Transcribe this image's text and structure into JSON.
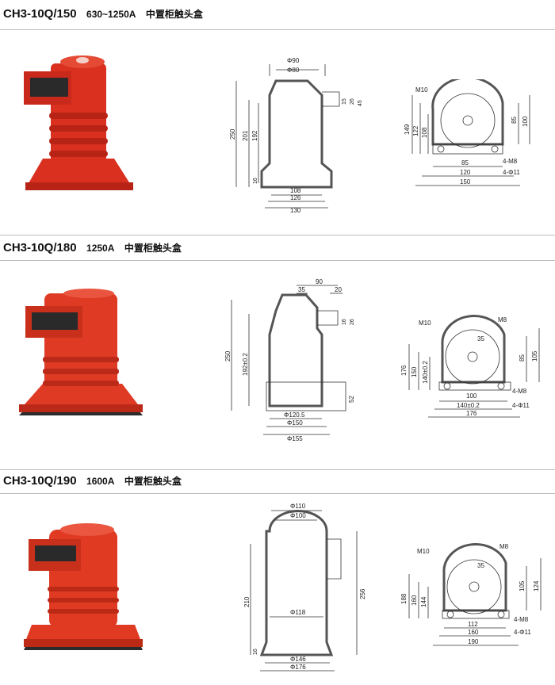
{
  "products": [
    {
      "model": "CH3-10Q/150",
      "rating": "630~1250A",
      "desc": "中置柜触头盒",
      "colors": {
        "body": "#d9301f",
        "dark": "#2f2f2f"
      },
      "section_dims": {
        "d_top1": "Φ90",
        "d_top2": "Φ80",
        "h_total": "250",
        "h2": "201",
        "h3": "192",
        "h_base": "16",
        "side1": "15",
        "side2": "26",
        "side3": "45",
        "d_b1": "108",
        "d_b2": "126",
        "d_b3": "130"
      },
      "top_dims": {
        "m_thread": "M10",
        "h1": "149",
        "h2": "122",
        "h3": "108",
        "r1": "85",
        "r2": "100",
        "w1": "85",
        "w2": "120",
        "w3": "150",
        "holes1": "4-M8",
        "holes2": "4-Φ11"
      }
    },
    {
      "model": "CH3-10Q/180",
      "rating": "1250A",
      "desc": "中置柜触头盒",
      "colors": {
        "body": "#de3a24",
        "dark": "#2b2b2b"
      },
      "section_dims": {
        "t1": "90",
        "t2": "35",
        "t3": "20",
        "h_total": "250",
        "h2": "192±0.2",
        "side1": "16",
        "side2": "26",
        "h_base": "52",
        "d_b1": "Φ120.5",
        "d_b2": "Φ150",
        "d_b3": "Φ155"
      },
      "top_dims": {
        "m_thread": "M10",
        "m_thread2": "M8",
        "c1": "35",
        "h1": "176",
        "h2": "150",
        "h3": "140±0.2",
        "r1": "85",
        "r2": "105",
        "w1": "100",
        "w2": "140±0.2",
        "w3": "176",
        "holes1": "4-M8",
        "holes2": "4-Φ11"
      }
    },
    {
      "model": "CH3-10Q/190",
      "rating": "1600A",
      "desc": "中置柜触头盒",
      "colors": {
        "body": "#e03a22",
        "dark": "#2b2b2b"
      },
      "section_dims": {
        "d_top1": "Φ110",
        "d_top2": "Φ100",
        "h_left": "210",
        "h_right": "256",
        "d_inner": "Φ118",
        "h_base": "16",
        "d_b1": "Φ146",
        "d_b2": "Φ176"
      },
      "top_dims": {
        "m_thread": "M10",
        "m_thread2": "M8",
        "c1": "35",
        "h1": "188",
        "h2": "160",
        "h3": "144",
        "r1": "105",
        "r2": "124",
        "w1": "112",
        "w2": "160",
        "w3": "190",
        "holes1": "4-M8",
        "holes2": "4-Φ11"
      }
    }
  ]
}
